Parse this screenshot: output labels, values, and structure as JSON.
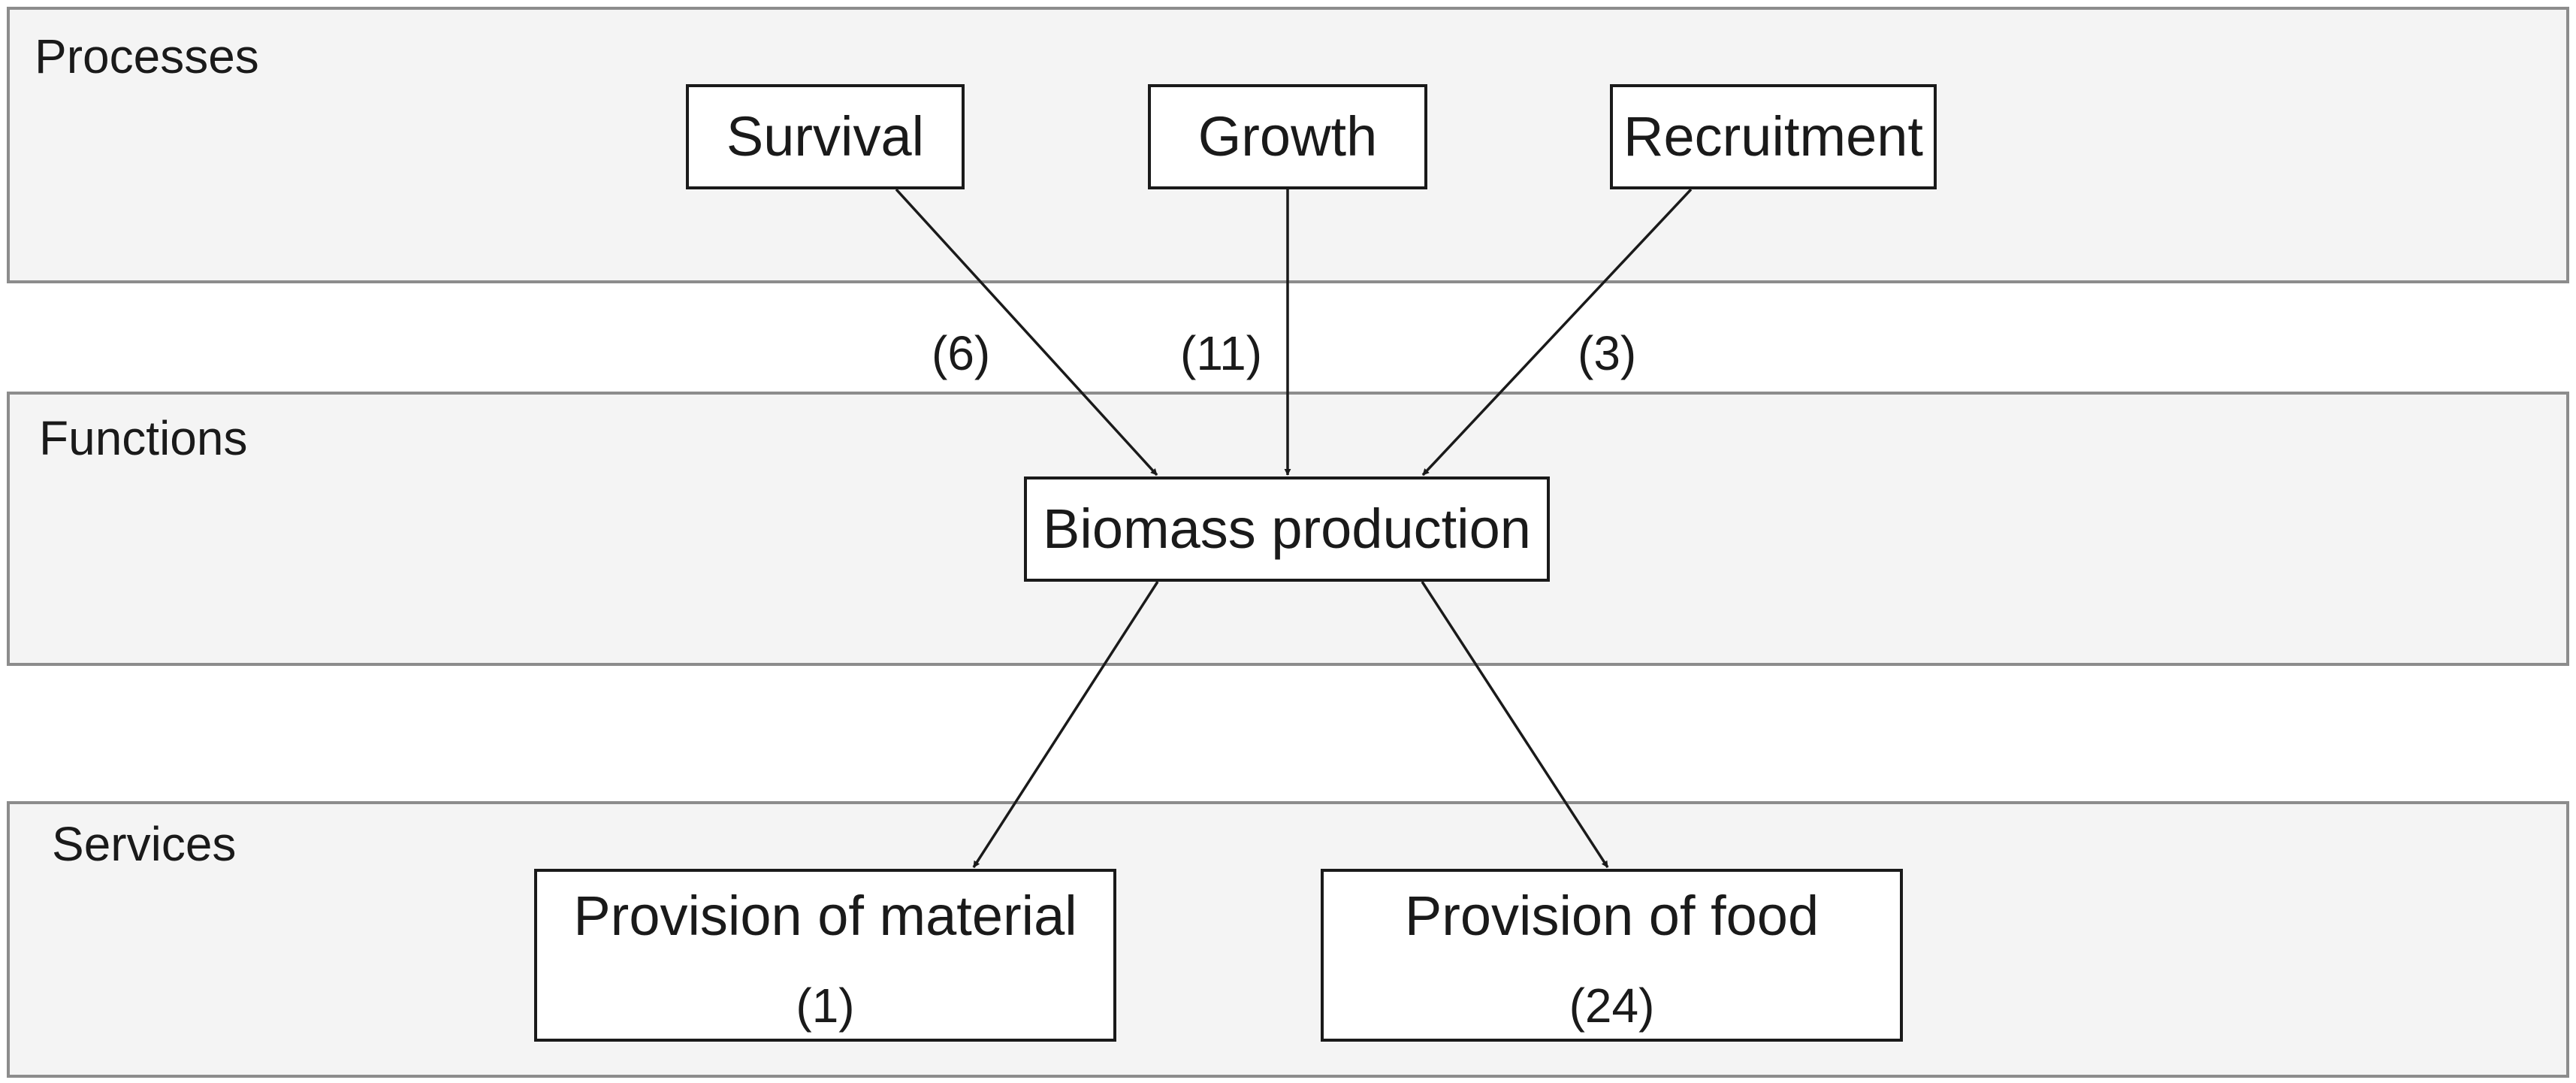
{
  "bands": {
    "processes": "Processes",
    "functions": "Functions",
    "services": "Services"
  },
  "nodes": {
    "survival": "Survival",
    "growth": "Growth",
    "recruitment": "Recruitment",
    "biomass": "Biomass production",
    "material": {
      "title": "Provision of material",
      "count": "(1)"
    },
    "food": {
      "title": "Provision of food",
      "count": "(24)"
    }
  },
  "edges": {
    "survival_biomass": "(6)",
    "growth_biomass": "(11)",
    "recruitment_biomass": "(3)"
  }
}
